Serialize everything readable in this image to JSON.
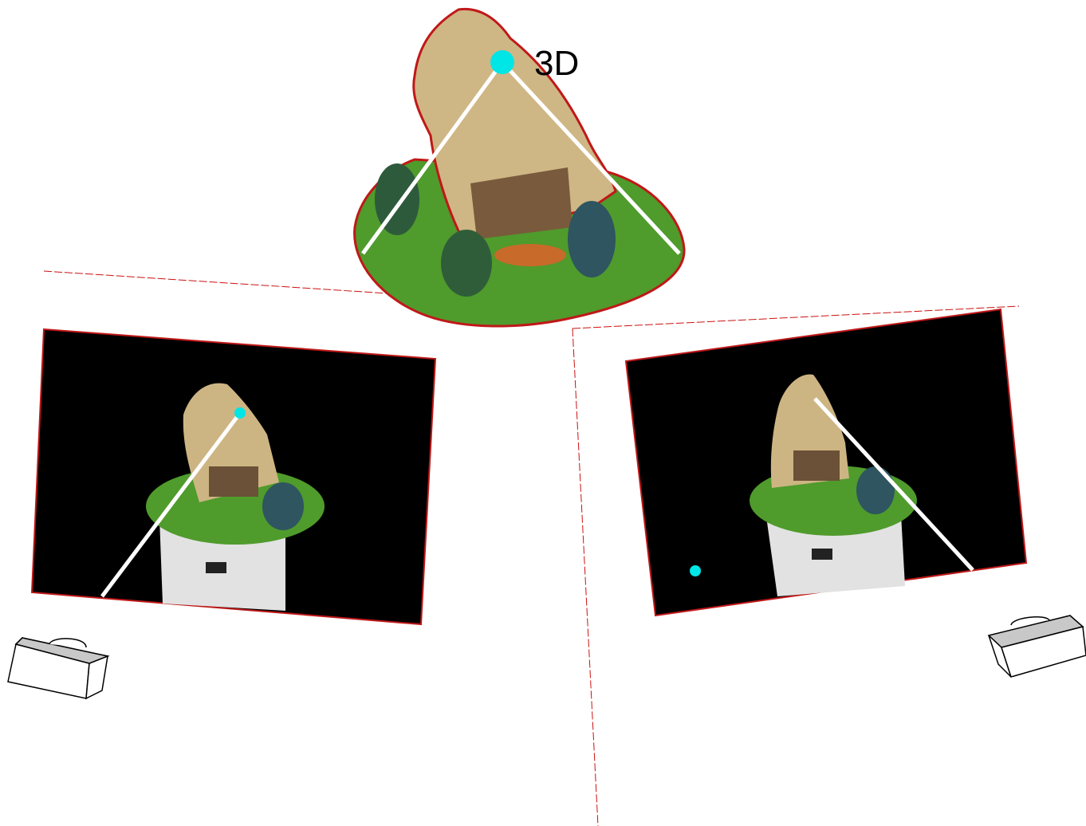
{
  "labels": {
    "point_3d": "3D"
  },
  "colors": {
    "point": "#00e5e5",
    "ray": "#ffffff",
    "epipolar_dashed": "#cc1111",
    "image_background": "#000000",
    "grass": "#4c9a2a",
    "roof": "#cdb68a",
    "pedestal": "#e8e8e8"
  },
  "elements": {
    "object_model": "house-model-3d",
    "views": [
      "left-camera-view",
      "right-camera-view"
    ],
    "cameras": [
      "left-camera-icon",
      "right-camera-icon"
    ]
  }
}
